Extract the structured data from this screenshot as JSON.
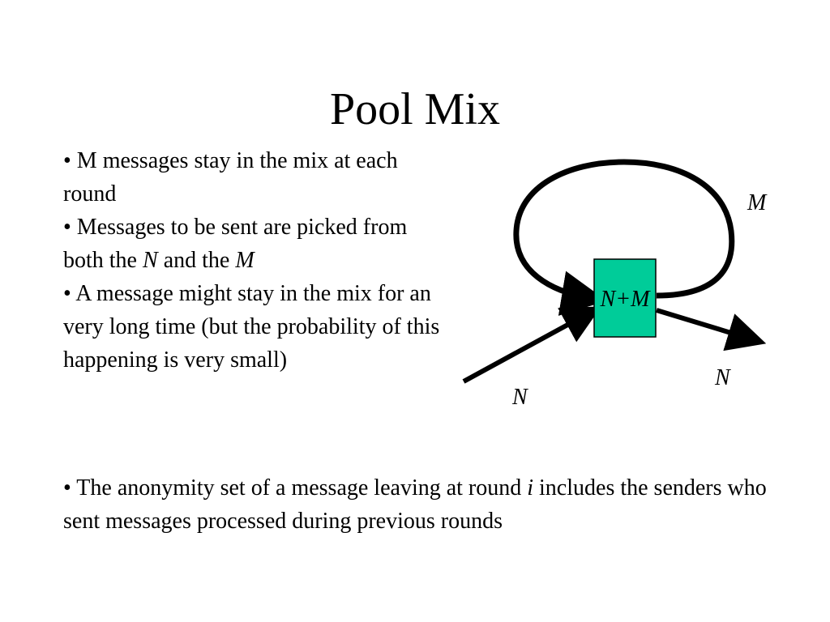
{
  "title": "Pool Mix",
  "bullets": [
    {
      "pre": "• M messages stay in the mix at each round"
    },
    {
      "pre": "• Messages to be sent are picked from both the ",
      "i1": "N",
      "mid": " and the ",
      "i2": "M"
    },
    {
      "pre": "• A message might stay in the mix for an very long time (but the probability of this happening is very small)"
    }
  ],
  "bottom_bullet": {
    "pre": "• The anonymity set of a message leaving at round ",
    "italic": "i",
    "post": " includes the senders who sent messages processed during previous rounds"
  },
  "diagram": {
    "box_label": "N+M",
    "loop_label": "M",
    "input_label": "N",
    "output_label": "N",
    "box_color": "#00CC99"
  }
}
